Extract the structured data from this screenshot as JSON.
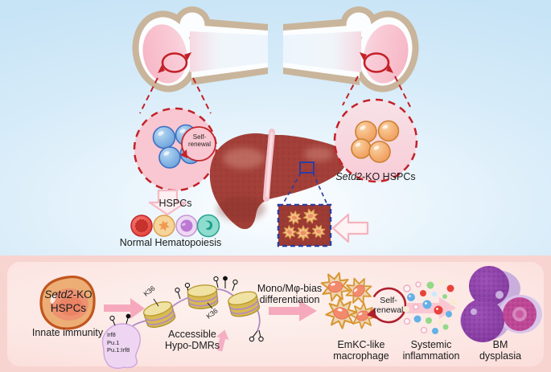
{
  "figure": {
    "top": {
      "hspc_label": "HSPCs",
      "self_renewal_line1": "Self-",
      "self_renewal_line2": "renewal",
      "normal_hematopoiesis_label": "Normal Hematopoiesis",
      "setd2_gene": "Setd2",
      "setd2_rest": "-KO HSPCs"
    },
    "bottom": {
      "cell_gene": "Setd2",
      "cell_line1_rest": "-KO",
      "cell_line2": "HSPCs",
      "innate_immunity": "Innate immunity",
      "tf1": "Irf8",
      "tf2": "Pu.1",
      "tf3": "Pu.1:Irf8",
      "k36": "K36",
      "accessible_line1": "Accessible",
      "accessible_line2": "Hypo-DMRs",
      "mono_line1": "Mono/Mφ-bias",
      "mono_line2": "differentiation",
      "emkc_line1": "EmKC-like",
      "emkc_line2": "macrophage",
      "self_renewal_line1": "Self-",
      "self_renewal_line2": "renewal",
      "systemic_line1": "Systemic",
      "systemic_line2": "inflammation",
      "bm_line1": "BM",
      "bm_line2": "dysplasia"
    },
    "colors": {
      "accent_red": "#c32128",
      "bone_cortex": "#c9b59b",
      "liver_red": "#a23f38",
      "hspc_blue": "#76aade",
      "hspc_orange": "#f2a468",
      "top_panel_blue": "#cfe8f8",
      "bottom_panel_pink": "#f8d4d1",
      "dna_purple": "#b08ac2",
      "nucleosome_yellow": "#d9b952"
    }
  }
}
